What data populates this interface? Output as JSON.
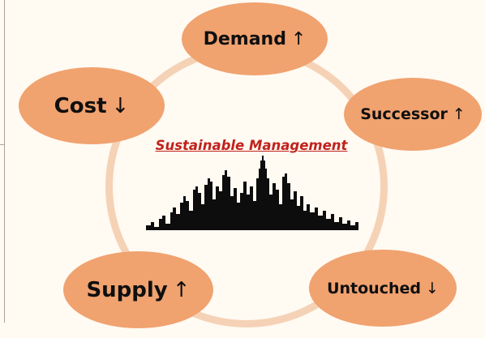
{
  "diagram": {
    "center_title": "Sustainable Management",
    "nodes": {
      "demand": {
        "label": "Demand",
        "arrow": "↑"
      },
      "successor": {
        "label": "Successor",
        "arrow": "↑"
      },
      "cost": {
        "label": "Cost",
        "arrow": "↓"
      },
      "supply": {
        "label": "Supply",
        "arrow": "↑"
      },
      "untouched": {
        "label": "Untouched",
        "arrow": "↓"
      }
    },
    "icons": {
      "center_image": "city-skyline-icon"
    },
    "colors": {
      "node_fill": "#f0a26f",
      "ring": "#f5d2b6",
      "title": "#c0221c",
      "skyline": "#0d0d0d",
      "background": "#fffaf2"
    }
  }
}
